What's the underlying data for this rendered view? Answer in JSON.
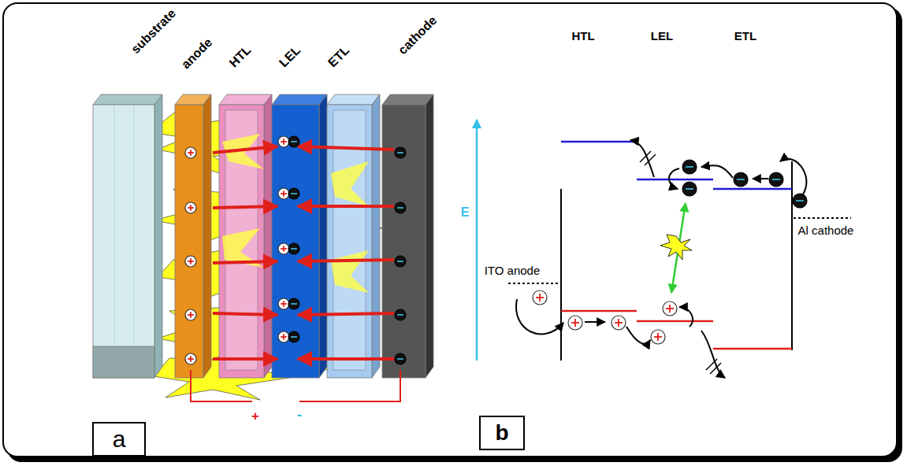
{
  "diagram": {
    "nodes": [
      {
        "text": [
          "a"
        ]
      },
      {
        "text": [
          "b"
        ]
      }
    ],
    "labels": [
      "substrate",
      "anode",
      "HTL",
      "LEL",
      "ETL",
      "cathode",
      "+",
      "-",
      "HTL",
      "LEL",
      "ETL",
      "E",
      "ITO anode",
      "Al cathode"
    ]
  }
}
